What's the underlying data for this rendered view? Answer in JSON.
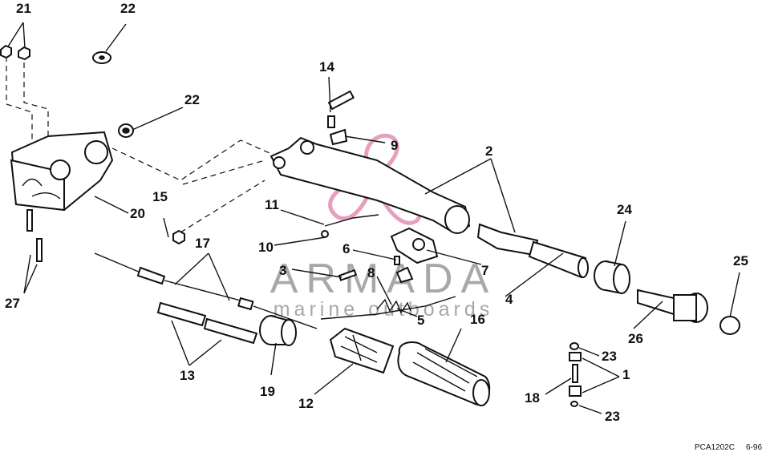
{
  "callouts": {
    "c1": "1",
    "c2": "2",
    "c3": "3",
    "c4": "4",
    "c5": "5",
    "c6": "6",
    "c7": "7",
    "c8": "8",
    "c9": "9",
    "c10": "10",
    "c11": "11",
    "c12": "12",
    "c13": "13",
    "c14": "14",
    "c15": "15",
    "c16": "16",
    "c17": "17",
    "c18": "18",
    "c19": "19",
    "c20": "20",
    "c21": "21",
    "c22a": "22",
    "c22b": "22",
    "c23a": "23",
    "c23b": "23",
    "c24": "24",
    "c25": "25",
    "c26": "26",
    "c27": "27"
  },
  "watermark": {
    "brand": "ARMADA",
    "tagline": "marine outboards"
  },
  "drawing_code": "PCA1202C",
  "date_code": "6-96",
  "colors": {
    "line": "#111111",
    "watermark_pink": "#e38fb4",
    "watermark_gray": "#9a9a9a"
  }
}
